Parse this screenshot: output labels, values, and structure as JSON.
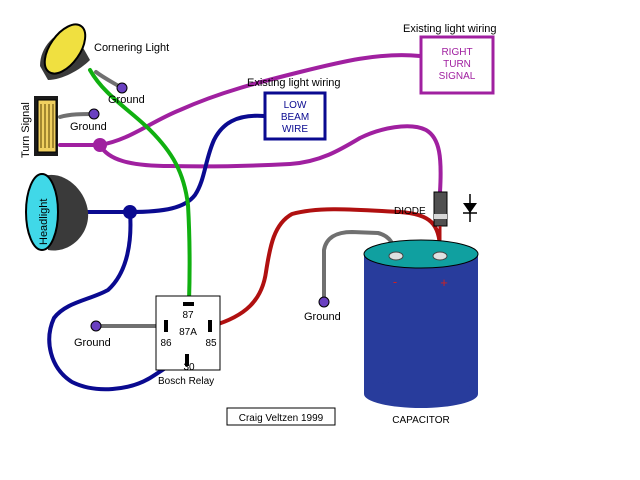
{
  "colors": {
    "purple_wire": "#a020a0",
    "blue_wire": "#0a0a90",
    "green_wire": "#10b010",
    "red_wire": "#b01010",
    "ground_wire": "#707070",
    "ground_dot": "#6a40c0",
    "capacitor_body": "#283c9c",
    "capacitor_top": "#10a0a0",
    "corner_light": "#f0e040",
    "headlight": "#40d8e8",
    "turn_signal": "#f0d060"
  },
  "labels": {
    "cornering_light": "Cornering Light",
    "turn_signal": "Turn Signal",
    "headlight": "Headlight",
    "ground_1": "Ground",
    "ground_2": "Ground",
    "ground_3": "Ground",
    "ground_4": "Ground",
    "existing_wiring_1": "Existing light wiring",
    "existing_wiring_2": "Existing light wiring",
    "low_beam_line1": "LOW",
    "low_beam_line2": "BEAM",
    "low_beam_line3": "WIRE",
    "right_turn_line1": "RIGHT",
    "right_turn_line2": "TURN",
    "right_turn_line3": "SIGNAL",
    "diode": "DIODE",
    "capacitor": "CAPACITOR",
    "cap_minus": "-",
    "cap_plus": "+",
    "relay_name": "Bosch Relay",
    "pin_87": "87",
    "pin_87a": "87A",
    "pin_86": "86",
    "pin_85": "85",
    "pin_30": "30",
    "credit": "Craig Veltzen 1999"
  }
}
